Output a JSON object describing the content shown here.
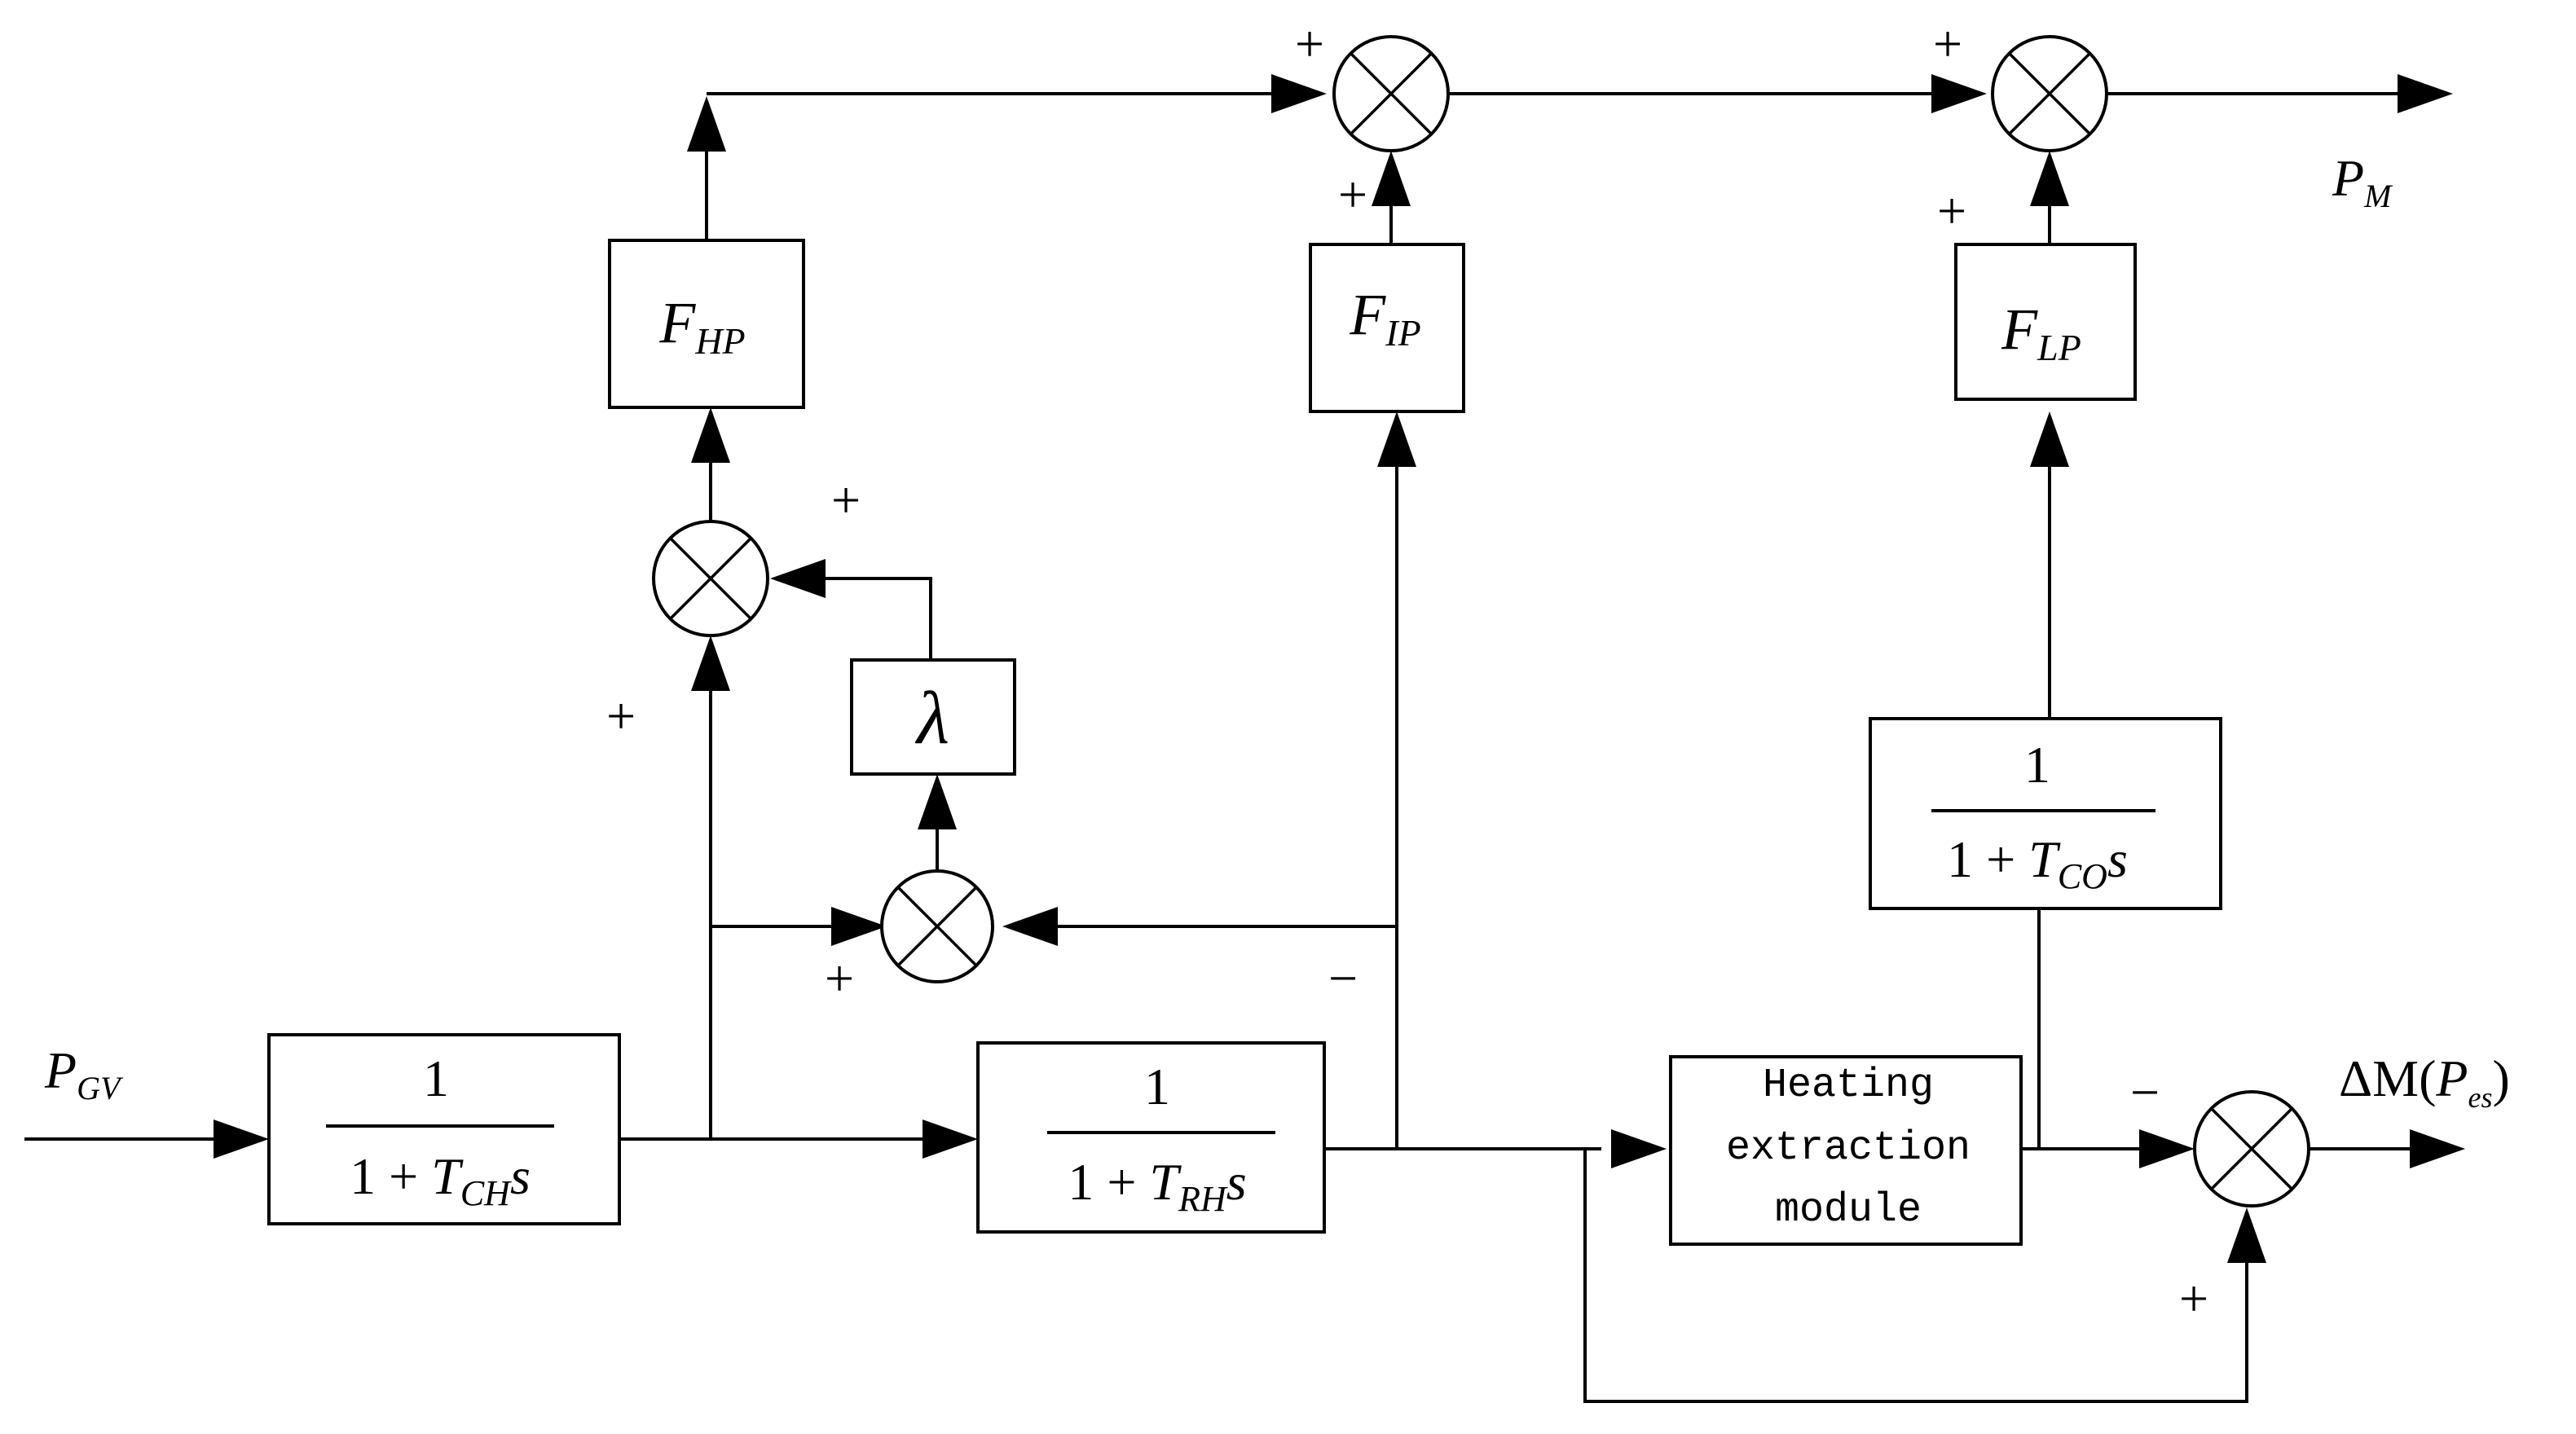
{
  "signals": {
    "input_base": "P",
    "input_sub": "GV",
    "output_base": "P",
    "output_sub": "M",
    "heat_prefix": "ΔM(",
    "heat_base": "P",
    "heat_sub": "es",
    "heat_suffix": ")"
  },
  "blocks": {
    "ch": {
      "numerator": "1",
      "den_prefix": "1 + ",
      "den_var": "T",
      "den_sub": "CH",
      "den_suffix": "s"
    },
    "rh": {
      "numerator": "1",
      "den_prefix": "1 + ",
      "den_var": "T",
      "den_sub": "RH",
      "den_suffix": "s"
    },
    "co": {
      "numerator": "1",
      "den_prefix": "1 + ",
      "den_var": "T",
      "den_sub": "CO",
      "den_suffix": "s"
    },
    "hp": {
      "base": "F",
      "sub": "HP"
    },
    "ip": {
      "base": "F",
      "sub": "IP"
    },
    "lp": {
      "base": "F",
      "sub": "LP"
    },
    "lambda": {
      "label": "λ"
    },
    "heating": {
      "line1": "Heating",
      "line2": "extraction",
      "line3": "module"
    }
  },
  "signs": {
    "plus": "+",
    "minus": "−"
  }
}
